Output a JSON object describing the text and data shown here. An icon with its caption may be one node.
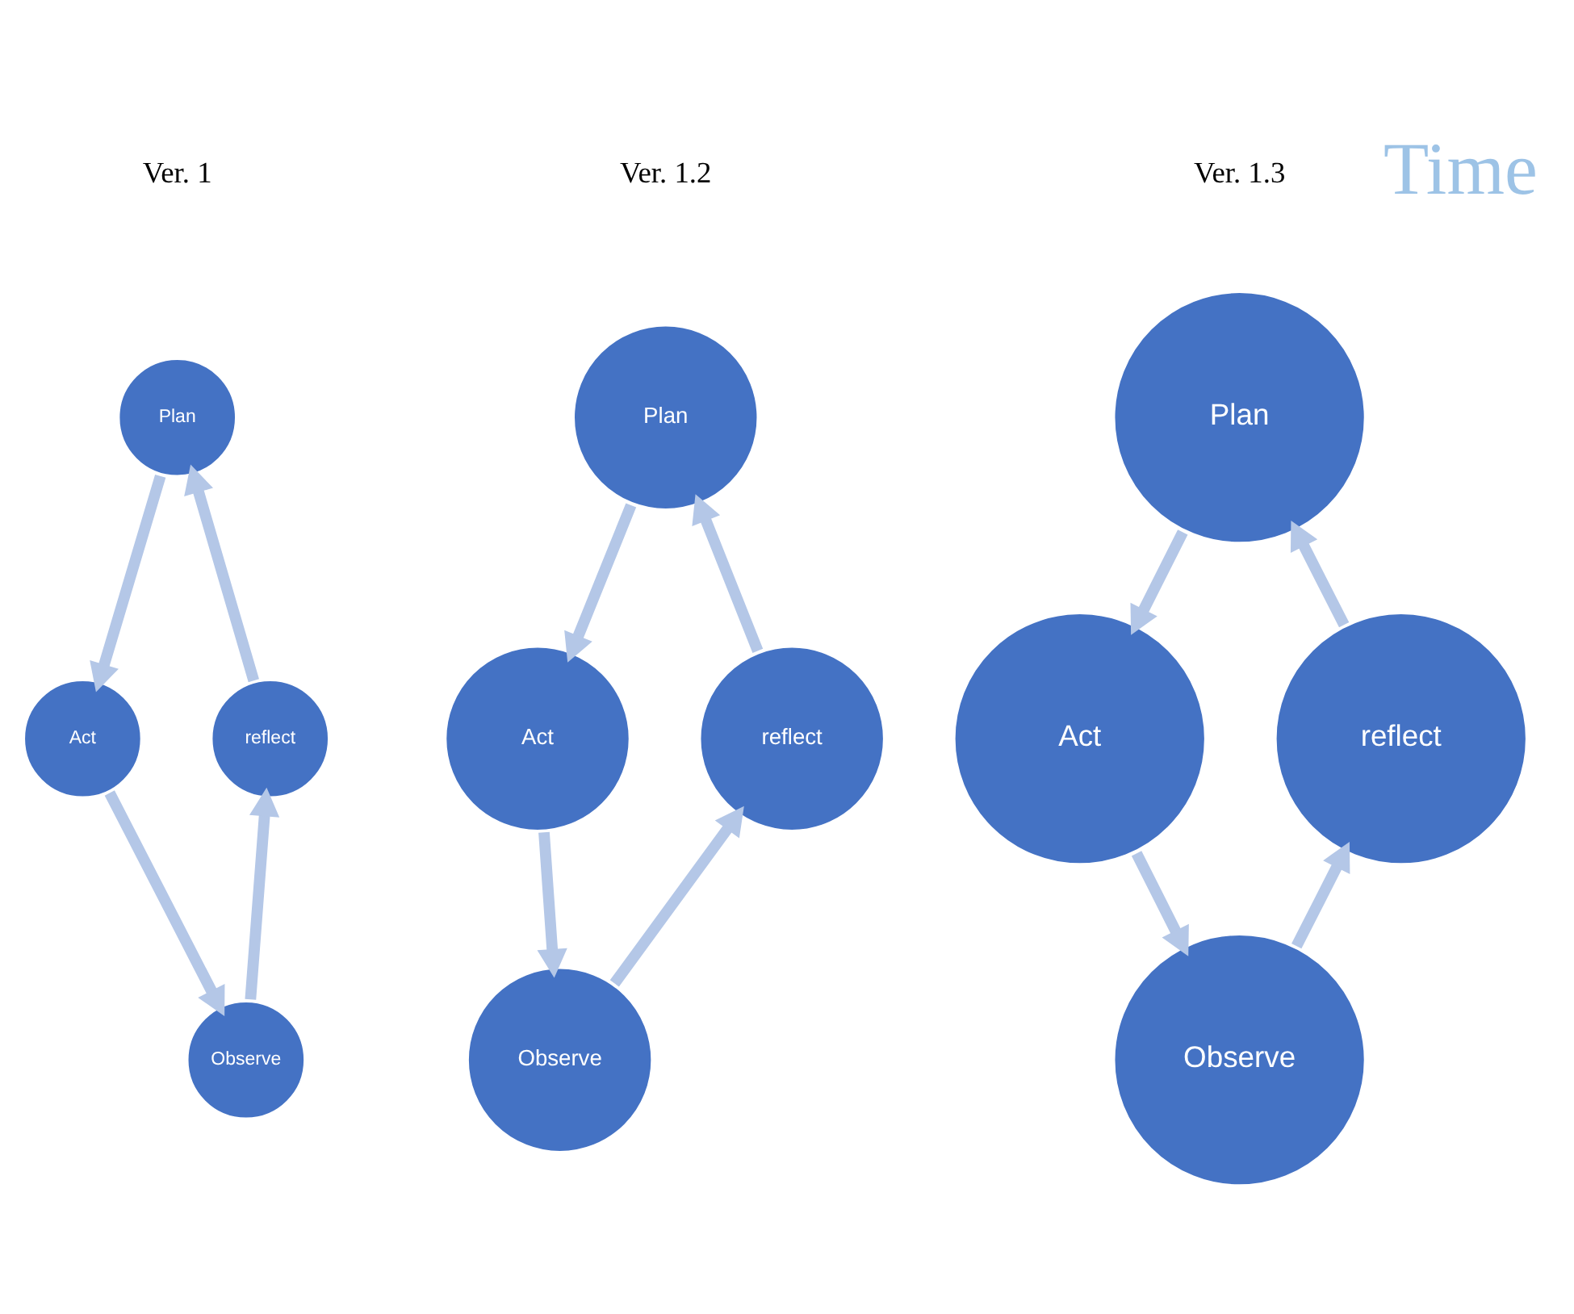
{
  "diagram": {
    "nodes": [
      {
        "text": [
          "Plan"
        ]
      },
      {
        "text": [
          "reflect"
        ]
      },
      {
        "text": [
          "Act"
        ]
      },
      {
        "text": [
          "Observe"
        ]
      },
      {
        "text": [
          "Plan"
        ]
      },
      {
        "text": [
          "reflect"
        ]
      },
      {
        "text": [
          "Act"
        ]
      },
      {
        "text": [
          "Observe"
        ]
      },
      {
        "text": [
          "Plan"
        ]
      },
      {
        "text": [
          "reflect"
        ]
      },
      {
        "text": [
          "Act"
        ]
      },
      {
        "text": [
          "Observe"
        ]
      }
    ],
    "edges": [
      {
        "from": 0,
        "to": 2,
        "arrow": "to"
      },
      {
        "from": 2,
        "to": 3,
        "arrow": "to"
      },
      {
        "from": 3,
        "to": 1,
        "arrow": "to"
      },
      {
        "from": 1,
        "to": 0,
        "arrow": "to"
      },
      {
        "from": 4,
        "to": 6,
        "arrow": "to"
      },
      {
        "from": 6,
        "to": 7,
        "arrow": "to"
      },
      {
        "from": 7,
        "to": 5,
        "arrow": "to"
      },
      {
        "from": 5,
        "to": 4,
        "arrow": "to"
      },
      {
        "from": 8,
        "to": 10,
        "arrow": "to"
      },
      {
        "from": 10,
        "to": 11,
        "arrow": "to"
      },
      {
        "from": 11,
        "to": 9,
        "arrow": "to"
      },
      {
        "from": 9,
        "to": 8,
        "arrow": "to"
      }
    ],
    "labels": [
      "Ver. 1",
      "Ver. 1.2",
      "Ver. 1.3",
      "Time"
    ]
  }
}
